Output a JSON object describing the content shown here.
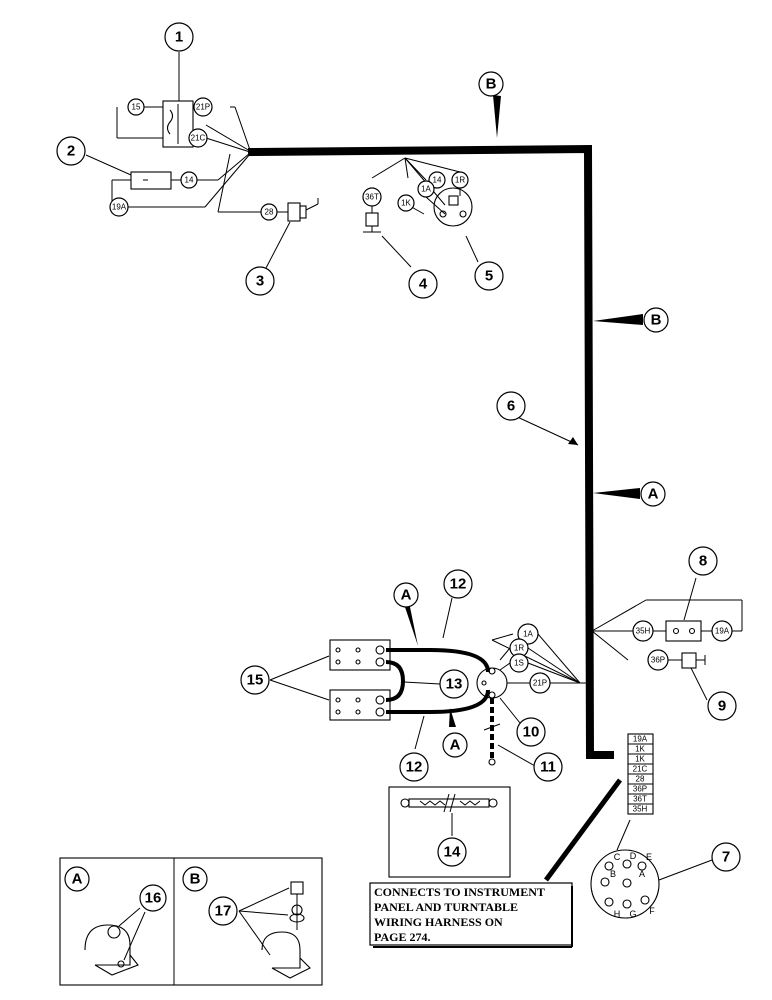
{
  "callouts": {
    "c1": "1",
    "c2": "2",
    "c3": "3",
    "c4": "4",
    "c5": "5",
    "c6": "6",
    "c7": "7",
    "c8": "8",
    "c9": "9",
    "c10": "10",
    "c11": "11",
    "c12a": "12",
    "c12b": "12",
    "c13": "13",
    "c14": "14",
    "c15": "15",
    "c16": "16",
    "c17": "17"
  },
  "clip_labels": {
    "b_top": "B",
    "b_mid": "B",
    "a_mid": "A",
    "a_battery_top": "A",
    "a_battery_bottom": "A",
    "inset_a": "A",
    "inset_b": "B"
  },
  "wire_tags": {
    "t15": "15",
    "t21P_top": "21P",
    "t21C": "21C",
    "t14": "14",
    "t19A": "19A",
    "t28": "28",
    "t36T": "36T",
    "t14b": "14",
    "t1A": "1A",
    "t1R": "1R",
    "t1K": "1K",
    "t35H": "35H",
    "t19A_right": "19A",
    "t36P": "36P",
    "t1A_b": "1A",
    "t1R_b": "1R",
    "t1S": "1S",
    "t21P_b": "21P"
  },
  "connector_terminals": [
    "19A",
    "1K",
    "1K",
    "21C",
    "28",
    "36P",
    "36T",
    "35H"
  ],
  "connector_pins": [
    "C",
    "D",
    "E",
    "B",
    "A",
    "H",
    "G",
    "F"
  ],
  "note_lines": [
    "CONNECTS TO INSTRUMENT",
    "PANEL AND TURNTABLE",
    "WIRING HARNESS ON",
    "PAGE 274."
  ]
}
